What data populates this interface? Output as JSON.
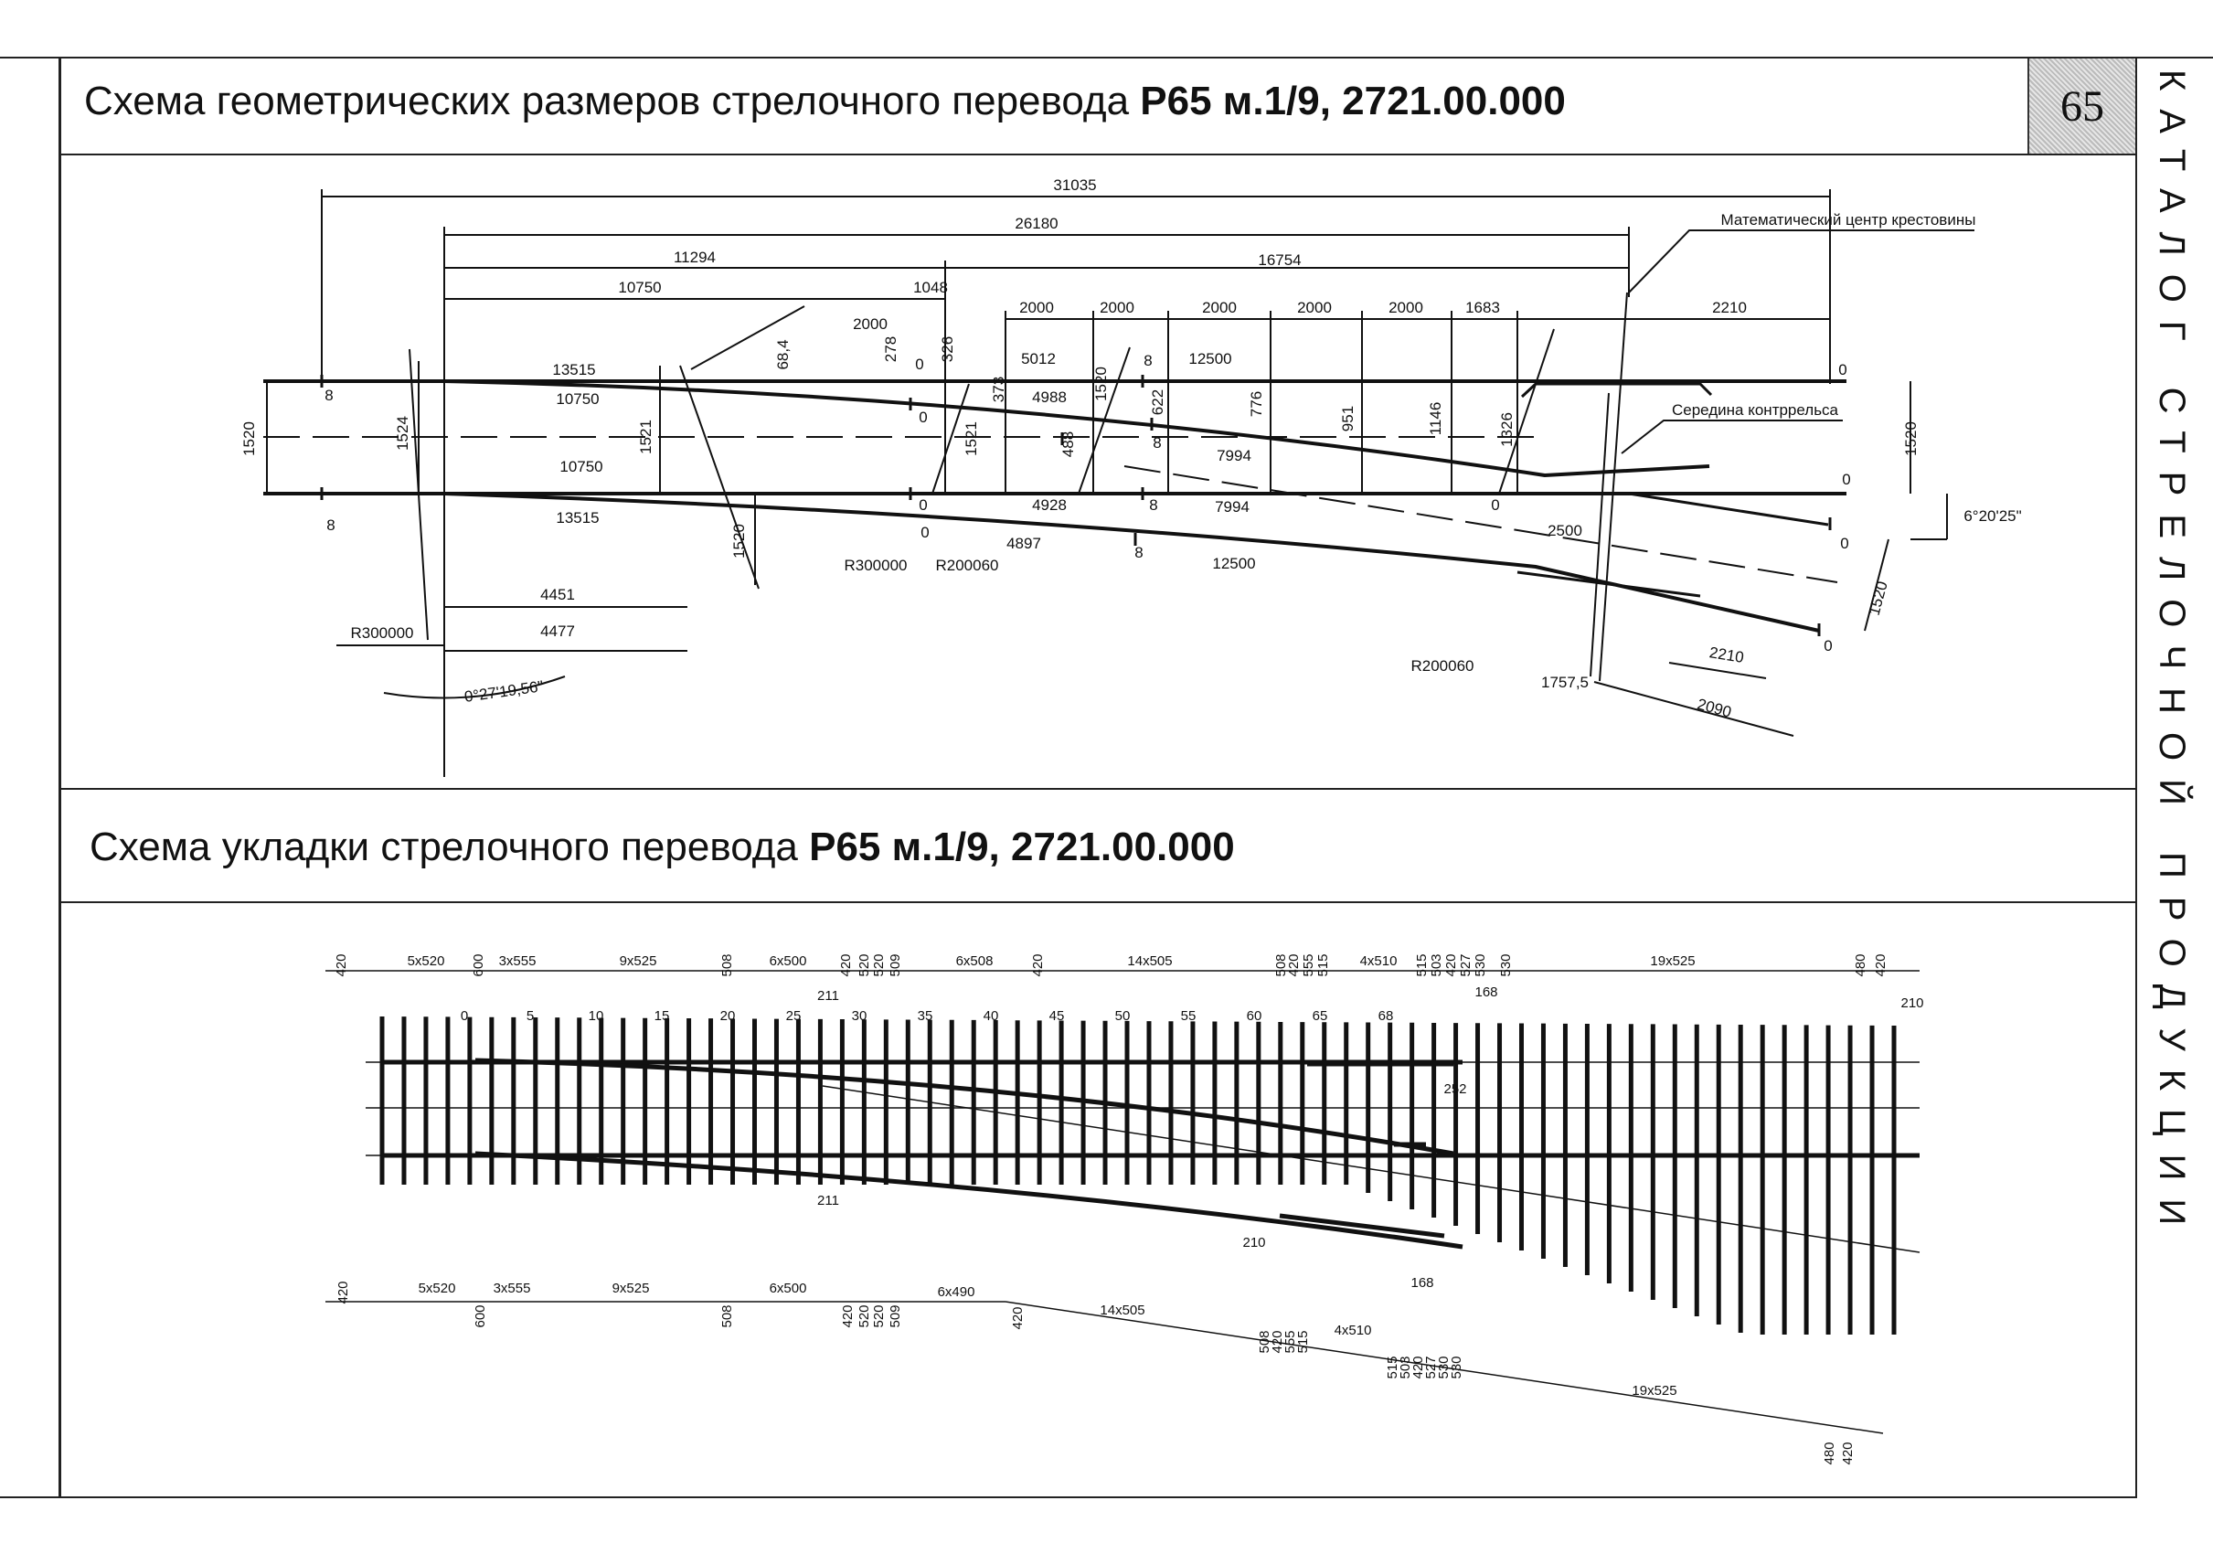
{
  "header": {
    "title1_plain": "Схема геометрических размеров стрелочного перевода ",
    "title1_bold": "Р65 м.1/9, 2721.00.000",
    "title2_plain": "Схема укладки стрелочного перевода ",
    "title2_bold": "Р65 м.1/9, 2721.00.000",
    "page_number": "65",
    "side_caption": "КАТАЛОГ СТРЕЛОЧНОЙ ПРОДУКЦИИ"
  },
  "geometry_scheme": {
    "top_dimensions": [
      "31035",
      "26180",
      "11294",
      "16754",
      "10750",
      "1048"
    ],
    "step_dimensions": [
      "2000",
      "2000",
      "2000",
      "2000",
      "2000",
      "2000",
      "1683",
      "2210"
    ],
    "annotations": {
      "math_center": "Математический центр крестовины",
      "guard_rail_center": "Середина контррельса"
    },
    "labels": {
      "d13515a": "13515",
      "d10750a": "10750",
      "d10750b": "10750",
      "d13515b": "13515",
      "g1520": "1520",
      "g1524": "1524",
      "g1521": "1521",
      "g1520b": "1520",
      "g1520c": "1520",
      "g1520d": "1520",
      "g1520e": "1520",
      "d68": "68,4",
      "d278": "278",
      "d326": "326",
      "d373": "373",
      "d1521b": "1521",
      "d5012": "5012",
      "d4988": "4988",
      "d4928": "4928",
      "d4897": "4897",
      "d12500a": "12500",
      "d12500b": "12500",
      "d7994a": "7994",
      "d7994b": "7994",
      "d622": "622",
      "d776": "776",
      "d951": "951",
      "d1146": "1146",
      "d1326": "1326",
      "d488": "488",
      "d2500": "2500",
      "d2210b": "2210",
      "d2090": "2090",
      "d1757": "1757,5",
      "d4451": "4451",
      "d4477": "4477",
      "r300000a": "R300000",
      "r200060a": "R200060",
      "r300000b": "R300000",
      "r200060b": "R200060",
      "angle1": "6°20'25\"",
      "angle2": "0°27'19,56\"",
      "z0": "0",
      "z8": "8"
    }
  },
  "layout_scheme": {
    "top": {
      "groups": [
        "420",
        "5x520",
        "600",
        "3x555",
        "9x525",
        "508",
        "6x500",
        "420",
        "520",
        "520",
        "509",
        "6x508",
        "420",
        "14x505",
        "508",
        "420",
        "555",
        "515",
        "4x510",
        "515",
        "503",
        "420",
        "527",
        "530",
        "530",
        "19x525",
        "480",
        "420"
      ],
      "sleeper_numbers": [
        "0",
        "5",
        "10",
        "15",
        "20",
        "25",
        "30",
        "35",
        "40",
        "45",
        "50",
        "55",
        "60",
        "65",
        "68"
      ],
      "marks": [
        "211",
        "168",
        "210",
        "252"
      ]
    },
    "bottom": {
      "groups": [
        "420",
        "5x520",
        "3x555",
        "9x525",
        "508",
        "6x500",
        "420",
        "520",
        "520",
        "509",
        "6x490",
        "420",
        "14x505",
        "508",
        "420",
        "555",
        "515",
        "4x510",
        "515",
        "503",
        "420",
        "527",
        "530",
        "530",
        "19x525",
        "480",
        "420",
        "600"
      ],
      "marks": [
        "211",
        "210",
        "168"
      ]
    }
  }
}
